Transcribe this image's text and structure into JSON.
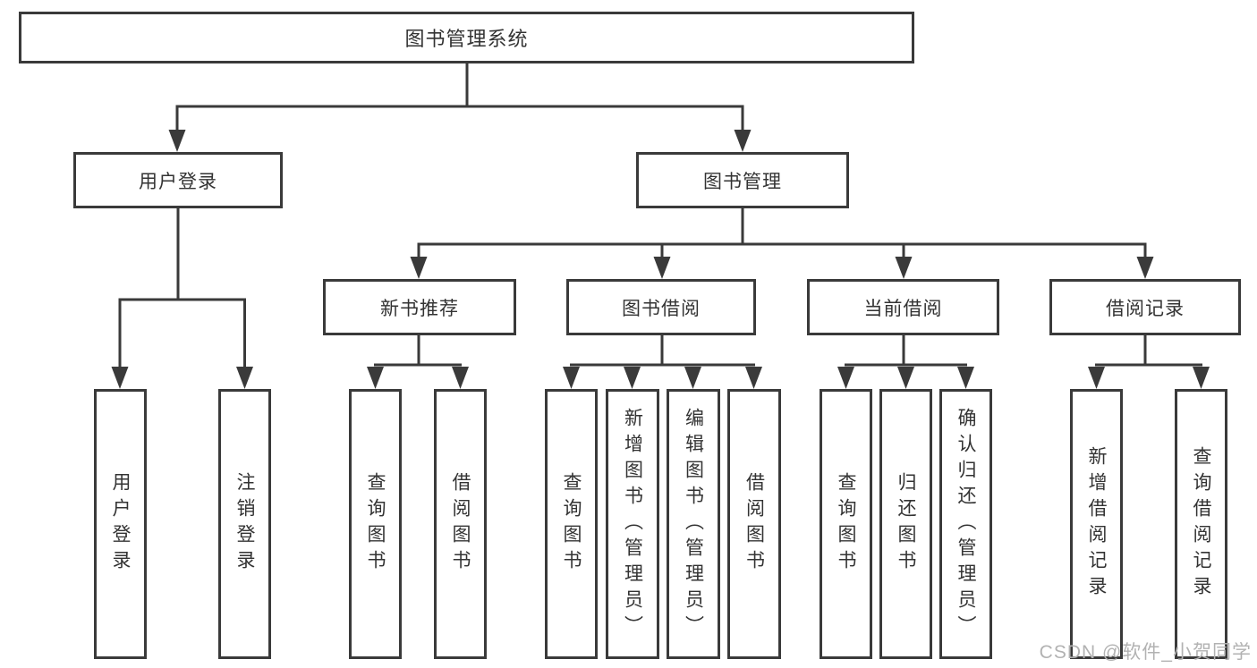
{
  "tree": {
    "label": "图书管理系统",
    "children": [
      {
        "label": "用户登录",
        "children": [
          {
            "label": "用户登录"
          },
          {
            "label": "注销登录"
          }
        ]
      },
      {
        "label": "图书管理",
        "children": [
          {
            "label": "新书推荐",
            "children": [
              {
                "label": "查询图书"
              },
              {
                "label": "借阅图书"
              }
            ]
          },
          {
            "label": "图书借阅",
            "children": [
              {
                "label": "查询图书"
              },
              {
                "label": "新增图书（管理员）"
              },
              {
                "label": "编辑图书（管理员）"
              },
              {
                "label": "借阅图书"
              }
            ]
          },
          {
            "label": "当前借阅",
            "children": [
              {
                "label": "查询图书"
              },
              {
                "label": "归还图书"
              },
              {
                "label": "确认归还（管理员）"
              }
            ]
          },
          {
            "label": "借阅记录",
            "children": [
              {
                "label": "新增借阅记录"
              },
              {
                "label": "查询借阅记录"
              }
            ]
          }
        ]
      }
    ]
  },
  "watermark": {
    "text": "CSDN @软件_小贺同学"
  },
  "colors": {
    "line": "#3a3a3a",
    "text": "#333333",
    "background": "#ffffff",
    "watermark": "#b2b2b2"
  }
}
